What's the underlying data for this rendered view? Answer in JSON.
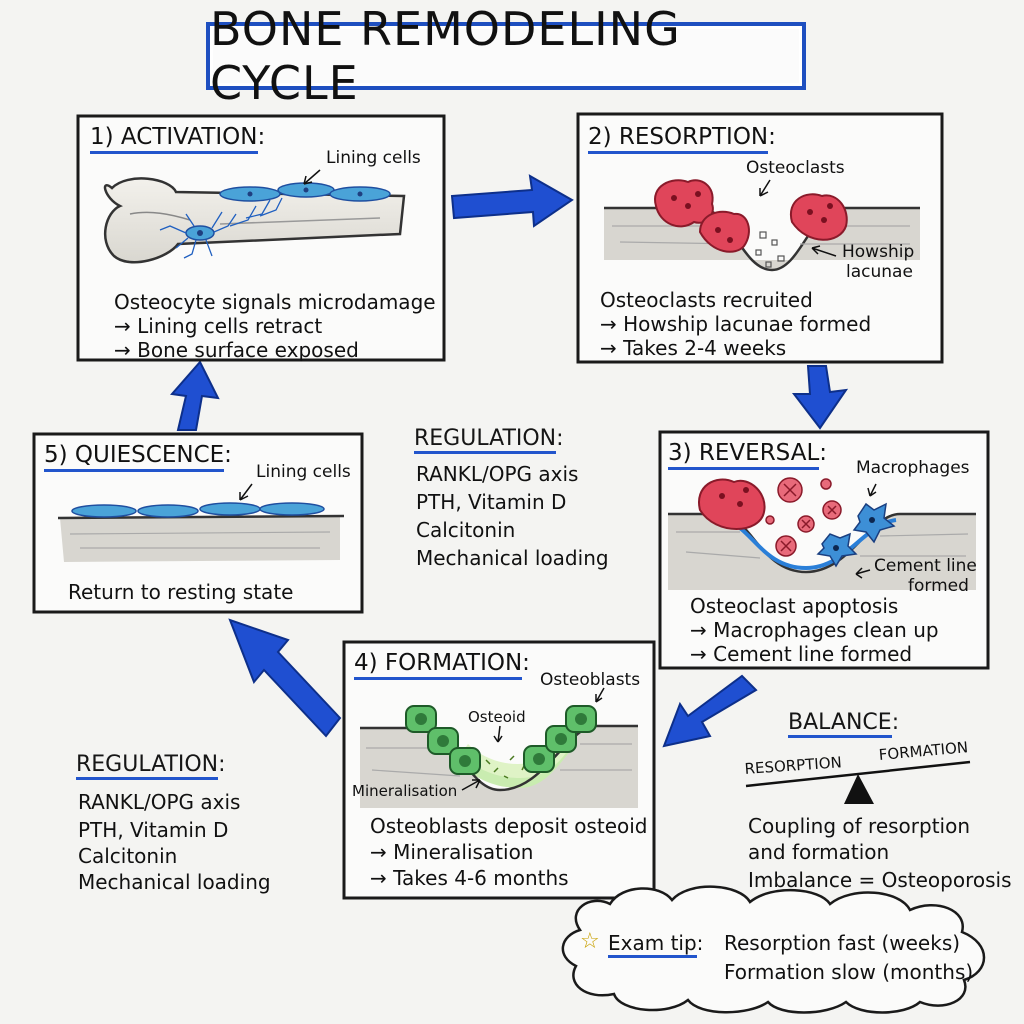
{
  "title": "BONE REMODELING CYCLE",
  "steps": {
    "activation": {
      "title": "1) ACTIVATION",
      "label": "Lining cells",
      "lines": [
        "Osteocyte signals microdamage",
        "→ Lining cells retract",
        "→ Bone surface exposed"
      ]
    },
    "resorption": {
      "title": "2) RESORPTION",
      "label_osteoclasts": "Osteoclasts",
      "label_howship": "Howship",
      "label_lacunae": "lacunae",
      "lines": [
        "Osteoclasts recruited",
        "→ Howship lacunae formed",
        "→ Takes 2-4 weeks"
      ]
    },
    "reversal": {
      "title": "3) REVERSAL",
      "label_macrophages": "Macrophages",
      "label_cement1": "Cement line",
      "label_cement2": "formed",
      "lines": [
        "Osteoclast apoptosis",
        "→ Macrophages clean up",
        "→ Cement line formed"
      ]
    },
    "formation": {
      "title": "4) FORMATION",
      "label_osteoblasts": "Osteoblasts",
      "label_osteoid": "Osteoid",
      "label_mineral": "Mineralisation",
      "lines": [
        "Osteoblasts deposit osteoid",
        "→ Mineralisation",
        "→ Takes 4-6 months"
      ]
    },
    "quiescence": {
      "title": "5) QUIESCENCE",
      "label": "Lining cells",
      "lines": [
        "Return to resting state"
      ]
    }
  },
  "regulation_center": {
    "title": "REGULATION",
    "items": [
      "RANKL/OPG axis",
      "PTH, Vitamin D",
      "Calcitonin",
      "Mechanical loading"
    ]
  },
  "regulation_left": {
    "title": "REGULATION",
    "items": [
      "RANKL/OPG axis",
      "PTH, Vitamin D",
      "Calcitonin",
      "Mechanical loading"
    ]
  },
  "balance": {
    "title": "BALANCE",
    "left_label": "RESORPTION",
    "right_label": "FORMATION",
    "lines": [
      "Coupling of resorption",
      "and formation",
      "Imbalance = Osteoporosis"
    ]
  },
  "exam_tip": {
    "star": "☆",
    "label": "Exam tip",
    "line1": "Resorption fast (weeks)",
    "line2": "Formation slow (months)"
  },
  "colors": {
    "arrow_blue": "#1f4fd1",
    "osteoclast_red": "#e0455a",
    "osteoblast_green": "#5fbf6a",
    "lining_blue": "#4aa3d8",
    "accent_underline": "#2255cc"
  }
}
